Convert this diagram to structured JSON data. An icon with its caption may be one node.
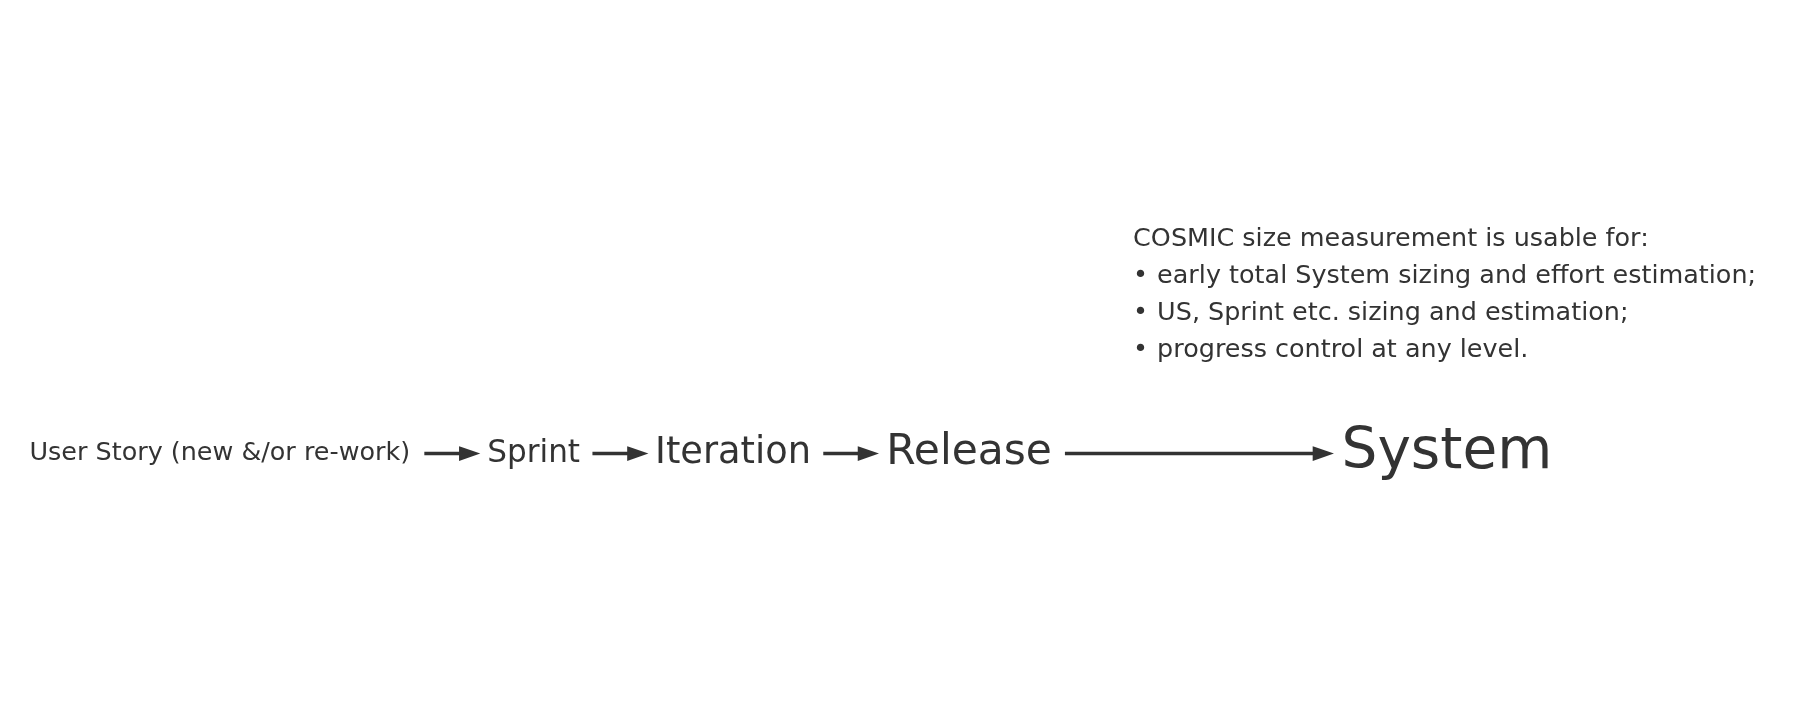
{
  "diagram": {
    "nodes": [
      {
        "text": [
          "User Story (new &/or re-work)"
        ]
      },
      {
        "text": [
          "Sprint"
        ]
      },
      {
        "text": [
          "Iteration"
        ]
      },
      {
        "text": [
          "Release"
        ]
      },
      {
        "text": [
          "System"
        ]
      }
    ],
    "edges": [
      {
        "from": 0,
        "to": 1,
        "arrow": "to"
      },
      {
        "from": 1,
        "to": 2,
        "arrow": "to"
      },
      {
        "from": 2,
        "to": 3,
        "arrow": "to"
      },
      {
        "from": 3,
        "to": 4,
        "arrow": "to"
      }
    ],
    "labels": [
      "COSMIC size measurement is usable for:",
      "•",
      "early total System sizing and effort estimation;",
      "•",
      "US, Sprint etc. sizing and estimation;",
      "•",
      "progress control at any level."
    ]
  }
}
